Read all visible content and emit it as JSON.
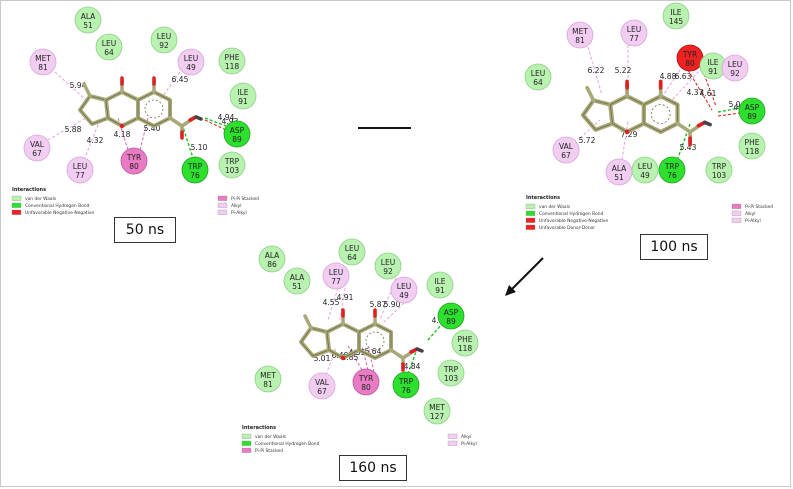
{
  "colors": {
    "van_der_waals": "#b9f2b0",
    "hbond": "#2de02d",
    "pi_pi": "#e87bc4",
    "alkyl": "#f2cdf2",
    "negative": "#ee2222",
    "ligand": "#a8a878"
  },
  "panels": [
    {
      "id": "50ns",
      "time_label": "50 ns",
      "residues": [
        {
          "name": "ALA",
          "num": "51",
          "type": "vdw"
        },
        {
          "name": "LEU",
          "num": "64",
          "type": "vdw"
        },
        {
          "name": "LEU",
          "num": "92",
          "type": "vdw"
        },
        {
          "name": "MET",
          "num": "81",
          "type": "alkyl"
        },
        {
          "name": "LEU",
          "num": "49",
          "type": "alkyl"
        },
        {
          "name": "PHE",
          "num": "118",
          "type": "vdw"
        },
        {
          "name": "ILE",
          "num": "91",
          "type": "vdw"
        },
        {
          "name": "ASP",
          "num": "89",
          "type": "hbond"
        },
        {
          "name": "VAL",
          "num": "67",
          "type": "alkyl"
        },
        {
          "name": "TYR",
          "num": "80",
          "type": "pi"
        },
        {
          "name": "TRP",
          "num": "76",
          "type": "hbond"
        },
        {
          "name": "TRP",
          "num": "103",
          "type": "vdw"
        },
        {
          "name": "LEU",
          "num": "77",
          "type": "alkyl"
        }
      ],
      "distances": [
        "5.94",
        "6.45",
        "5.88",
        "4.32",
        "4.18",
        "5.40",
        "4.94",
        "4.93",
        "5.10"
      ],
      "legend": {
        "title": "Interactions",
        "items": [
          "van der Waals",
          "Conventional Hydrogen Bond",
          "Unfavorable Negative-Negative",
          "Pi-Pi Stacked",
          "Alkyl",
          "Pi-Alkyl"
        ]
      }
    },
    {
      "id": "100ns",
      "time_label": "100 ns",
      "residues": [
        {
          "name": "MET",
          "num": "81",
          "type": "alkyl"
        },
        {
          "name": "LEU",
          "num": "77",
          "type": "alkyl"
        },
        {
          "name": "ILE",
          "num": "145",
          "type": "vdw"
        },
        {
          "name": "LEU",
          "num": "64",
          "type": "vdw"
        },
        {
          "name": "TYR",
          "num": "80",
          "type": "negative"
        },
        {
          "name": "ILE",
          "num": "91",
          "type": "vdw"
        },
        {
          "name": "LEU",
          "num": "92",
          "type": "alkyl"
        },
        {
          "name": "ASP",
          "num": "89",
          "type": "hbond"
        },
        {
          "name": "PHE",
          "num": "118",
          "type": "vdw"
        },
        {
          "name": "VAL",
          "num": "67",
          "type": "alkyl"
        },
        {
          "name": "ALA",
          "num": "51",
          "type": "alkyl"
        },
        {
          "name": "LEU",
          "num": "49",
          "type": "vdw"
        },
        {
          "name": "TRP",
          "num": "76",
          "type": "hbond"
        },
        {
          "name": "TRP",
          "num": "103",
          "type": "vdw"
        }
      ],
      "distances": [
        "6.22",
        "5.22",
        "4.88",
        "6.63",
        "4.37",
        "4.61",
        "5.04",
        "4.94",
        "7.29",
        "5.72",
        "5.43"
      ],
      "legend": {
        "title": "Interactions",
        "items": [
          "van der Waals",
          "Conventional Hydrogen Bond",
          "Unfavorable Negative-Negative",
          "Unfavorable Donor-Donor",
          "Pi-Pi Stacked",
          "Alkyl",
          "Pi-Alkyl"
        ]
      }
    },
    {
      "id": "160ns",
      "time_label": "160 ns",
      "residues": [
        {
          "name": "ALA",
          "num": "86",
          "type": "vdw"
        },
        {
          "name": "ALA",
          "num": "51",
          "type": "vdw"
        },
        {
          "name": "LEU",
          "num": "64",
          "type": "vdw"
        },
        {
          "name": "LEU",
          "num": "77",
          "type": "alkyl"
        },
        {
          "name": "LEU",
          "num": "92",
          "type": "vdw"
        },
        {
          "name": "LEU",
          "num": "49",
          "type": "alkyl"
        },
        {
          "name": "ILE",
          "num": "91",
          "type": "vdw"
        },
        {
          "name": "ASP",
          "num": "89",
          "type": "hbond"
        },
        {
          "name": "PHE",
          "num": "118",
          "type": "vdw"
        },
        {
          "name": "TRP",
          "num": "103",
          "type": "vdw"
        },
        {
          "name": "MET",
          "num": "81",
          "type": "vdw"
        },
        {
          "name": "VAL",
          "num": "67",
          "type": "alkyl"
        },
        {
          "name": "TYR",
          "num": "80",
          "type": "pi"
        },
        {
          "name": "TRP",
          "num": "76",
          "type": "hbond"
        },
        {
          "name": "MET",
          "num": "127",
          "type": "vdw"
        }
      ],
      "distances": [
        "4.55",
        "4.91",
        "5.87",
        "5.90",
        "4.39",
        "5.01",
        "6.48",
        "4.35",
        "5.64",
        "4.84",
        "6.85"
      ],
      "legend": {
        "title": "Interactions",
        "items": [
          "van der Waals",
          "Conventional Hydrogen Bond",
          "Pi-Pi Stacked",
          "Alkyl",
          "Pi-Alkyl"
        ]
      }
    }
  ]
}
